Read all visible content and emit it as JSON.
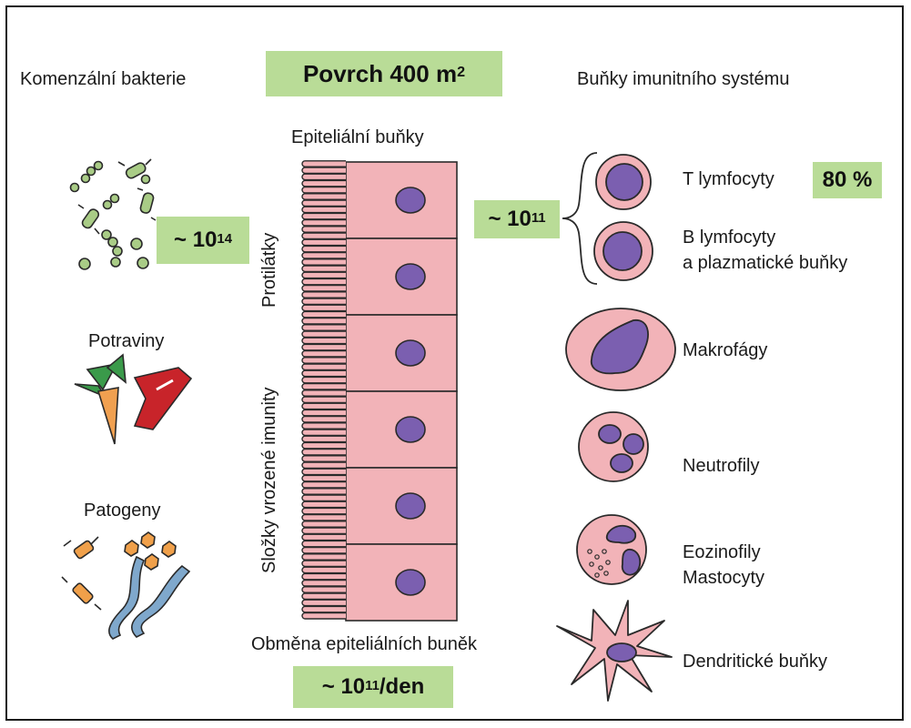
{
  "title": {
    "left_heading": "Komenzální bakterie",
    "center_badge_main": "Povrch 400 m",
    "center_badge_sup": "2",
    "right_heading": "Buňky imunitního systému"
  },
  "left_column": {
    "bacteria_badge_main": "~ 10",
    "bacteria_badge_sup": "14",
    "food_label": "Potraviny",
    "pathogens_label": "Patogeny"
  },
  "epithelium": {
    "top_label": "Epiteliální buňky",
    "vertical_label_1": "Protilátky",
    "vertical_label_2": "Složky vrozené imunity",
    "bottom_label": "Obměna epiteliálních buněk",
    "turnover_badge_main": "~ 10",
    "turnover_badge_sup": "11",
    "turnover_badge_suffix": " /den"
  },
  "immune": {
    "lymph_badge_main": "~ 10",
    "lymph_badge_sup": "11",
    "t_label": "T lymfocyty",
    "t_percent": "80 %",
    "b_label_1": "B lymfocyty",
    "b_label_2": "a plazmatické buňky",
    "macro_label": "Makrofágy",
    "neutro_label": "Neutrofily",
    "eos_label_1": "Eozinofily",
    "eos_label_2": "Mastocyty",
    "dendritic_label": "Dendritické buňky"
  },
  "colors": {
    "badge_green": "#b9dc97",
    "cell_pink": "#f2b3b8",
    "nucleus_purple": "#7b5fb0",
    "bacteria_green": "#a9cc86",
    "carrot_orange": "#f0a050",
    "leaf_green": "#3a9a4a",
    "meat_red": "#c8242a",
    "pathogen_orange": "#f0a04a",
    "worm_blue": "#7fa8cc"
  }
}
